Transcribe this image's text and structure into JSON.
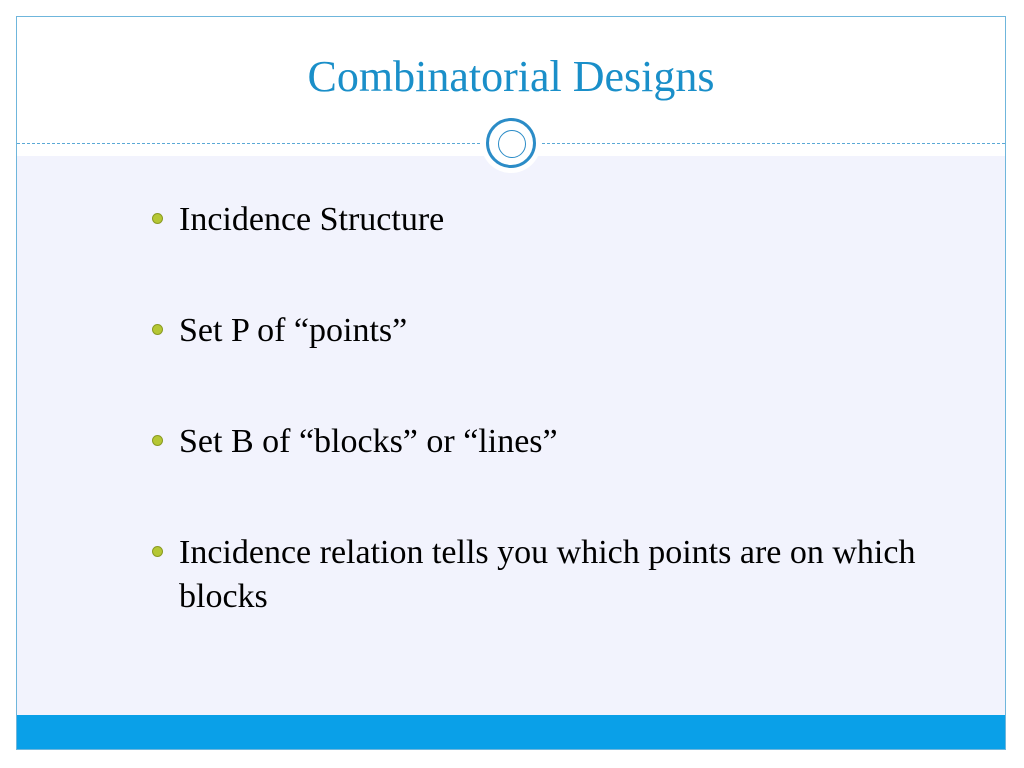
{
  "slide": {
    "title": "Combinatorial Designs",
    "bullets": [
      {
        "text": "Incidence Structure"
      },
      {
        "text": "Set P of “points”"
      },
      {
        "text": "Set B of “blocks” or “lines”"
      },
      {
        "text": "Incidence relation tells you which points are on which blocks"
      }
    ]
  },
  "colors": {
    "title": "#1a8fc9",
    "accent_bar": "#0aa0e8",
    "content_background": "#f2f3fd",
    "bullet": "#b5c734"
  }
}
